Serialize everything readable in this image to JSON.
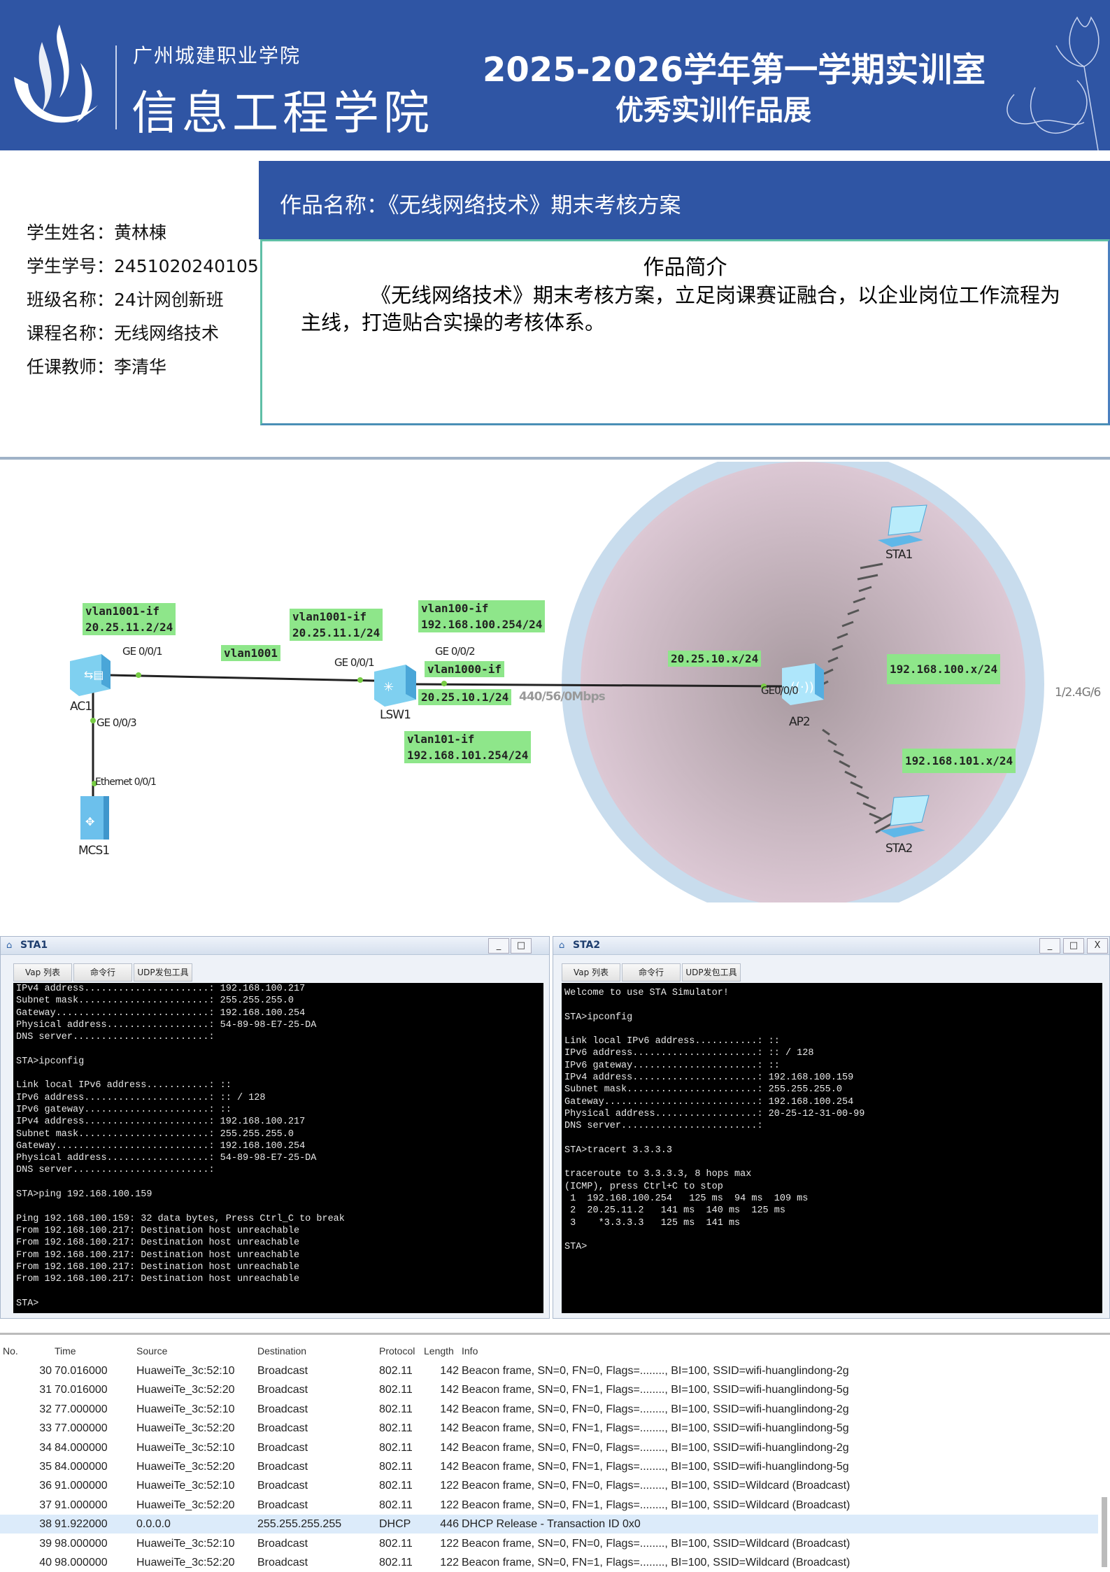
{
  "header": {
    "school": "广州城建职业学院",
    "college": "信息工程学院",
    "title_line1": "2025-2026学年第一学期实训室",
    "title_line2": "优秀实训作品展",
    "brand_color": "#2f55a4"
  },
  "student": {
    "name": "学生姓名：黄林棟",
    "id": "学生学号：2451020240105",
    "class": "班级名称：24计网创新班",
    "course": "课程名称：无线网络技术",
    "teacher": "任课教师：李清华"
  },
  "work": {
    "title": "作品名称：《无线网络技术》期末考核方案",
    "intro_heading": "作品简介",
    "intro_text": "《无线网络技术》期末考核方案，立足岗课赛证融合，以企业岗位工作流程为主线，打造贴合实操的考核体系。"
  },
  "topology": {
    "devices": {
      "ac": "AC1",
      "switch": "LSW1",
      "ap": "AP2",
      "server": "MCS1",
      "sta1": "STA1",
      "sta2": "STA2"
    },
    "ports": {
      "ac_ge01": "GE 0/0/1",
      "ac_ge03": "GE 0/0/3",
      "mcs_eth": "Ethernet 0/0/1",
      "lsw_ge01": "GE 0/0/1",
      "lsw_ge02": "GE 0/0/2",
      "ap_ge00": "GE0/0/0"
    },
    "labels": {
      "ac_vlanif_name": "vlan1001-if",
      "ac_vlanif_ip": "20.25.11.2/24",
      "link_vlan": "vlan1001",
      "lsw_vlan1001_name": "vlan1001-if",
      "lsw_vlan1001_ip": "20.25.11.1/24",
      "lsw_vlan100_name": "vlan100-if",
      "lsw_vlan100_ip": "192.168.100.254/24",
      "lsw_vlan1000_name": "vlan1000-if",
      "lsw_vlan1000_ip": "20.25.10.1/24",
      "lsw_vlan101_name": "vlan101-if",
      "lsw_vlan101_ip": "192.168.101.254/24",
      "ap_net": "20.25.10.x/24",
      "sta1_net": "192.168.100.x/24",
      "sta2_net": "192.168.101.x/24",
      "link_speed": "440/56/0Mbps",
      "radio": "1/2.4G/6"
    }
  },
  "sta1": {
    "title": "STA1",
    "tabs": [
      "Vap 列表",
      "命令行",
      "UDP发包工具"
    ],
    "lines": [
      "IPv4 address......................: 192.168.100.217",
      "Subnet mask.......................: 255.255.255.0",
      "Gateway...........................: 192.168.100.254",
      "Physical address..................: 54-89-98-E7-25-DA",
      "DNS server........................:",
      "",
      "STA>ipconfig",
      "",
      "Link local IPv6 address...........: ::",
      "IPv6 address......................: :: / 128",
      "IPv6 gateway......................: ::",
      "IPv4 address......................: 192.168.100.217",
      "Subnet mask.......................: 255.255.255.0",
      "Gateway...........................: 192.168.100.254",
      "Physical address..................: 54-89-98-E7-25-DA",
      "DNS server........................:",
      "",
      "STA>ping 192.168.100.159",
      "",
      "Ping 192.168.100.159: 32 data bytes, Press Ctrl_C to break",
      "From 192.168.100.217: Destination host unreachable",
      "From 192.168.100.217: Destination host unreachable",
      "From 192.168.100.217: Destination host unreachable",
      "From 192.168.100.217: Destination host unreachable",
      "From 192.168.100.217: Destination host unreachable",
      "",
      "STA>"
    ]
  },
  "sta2": {
    "title": "STA2",
    "tabs": [
      "Vap 列表",
      "命令行",
      "UDP发包工具"
    ],
    "lines": [
      "Welcome to use STA Simulator!",
      "",
      "STA>ipconfig",
      "",
      "Link local IPv6 address...........: ::",
      "IPv6 address......................: :: / 128",
      "IPv6 gateway......................: ::",
      "IPv4 address......................: 192.168.100.159",
      "Subnet mask.......................: 255.255.255.0",
      "Gateway...........................: 192.168.100.254",
      "Physical address..................: 20-25-12-31-00-99",
      "DNS server........................:",
      "",
      "STA>tracert 3.3.3.3",
      "",
      "traceroute to 3.3.3.3, 8 hops max",
      "(ICMP), press Ctrl+C to stop",
      " 1  192.168.100.254   125 ms  94 ms  109 ms",
      " 2  20.25.11.2   141 ms  140 ms  125 ms",
      " 3    *3.3.3.3   125 ms  141 ms",
      "",
      "STA>"
    ]
  },
  "capture": {
    "columns": [
      "No.",
      "Time",
      "Source",
      "Destination",
      "Protocol",
      "Length",
      "Info"
    ],
    "selected_no": "38",
    "rows": [
      [
        "30",
        "70.016000",
        "HuaweiTe_3c:52:10",
        "Broadcast",
        "802.11",
        "142",
        "Beacon frame, SN=0, FN=0, Flags=........, BI=100, SSID=wifi-huanglindong-2g"
      ],
      [
        "31",
        "70.016000",
        "HuaweiTe_3c:52:20",
        "Broadcast",
        "802.11",
        "142",
        "Beacon frame, SN=0, FN=1, Flags=........, BI=100, SSID=wifi-huanglindong-5g"
      ],
      [
        "32",
        "77.000000",
        "HuaweiTe_3c:52:10",
        "Broadcast",
        "802.11",
        "142",
        "Beacon frame, SN=0, FN=0, Flags=........, BI=100, SSID=wifi-huanglindong-2g"
      ],
      [
        "33",
        "77.000000",
        "HuaweiTe_3c:52:20",
        "Broadcast",
        "802.11",
        "142",
        "Beacon frame, SN=0, FN=1, Flags=........, BI=100, SSID=wifi-huanglindong-5g"
      ],
      [
        "34",
        "84.000000",
        "HuaweiTe_3c:52:10",
        "Broadcast",
        "802.11",
        "142",
        "Beacon frame, SN=0, FN=0, Flags=........, BI=100, SSID=wifi-huanglindong-2g"
      ],
      [
        "35",
        "84.000000",
        "HuaweiTe_3c:52:20",
        "Broadcast",
        "802.11",
        "142",
        "Beacon frame, SN=0, FN=1, Flags=........, BI=100, SSID=wifi-huanglindong-5g"
      ],
      [
        "36",
        "91.000000",
        "HuaweiTe_3c:52:10",
        "Broadcast",
        "802.11",
        "122",
        "Beacon frame, SN=0, FN=0, Flags=........, BI=100, SSID=Wildcard (Broadcast)"
      ],
      [
        "37",
        "91.000000",
        "HuaweiTe_3c:52:20",
        "Broadcast",
        "802.11",
        "122",
        "Beacon frame, SN=0, FN=1, Flags=........, BI=100, SSID=Wildcard (Broadcast)"
      ],
      [
        "38",
        "91.922000",
        "0.0.0.0",
        "255.255.255.255",
        "DHCP",
        "446",
        "DHCP Release  - Transaction ID 0x0"
      ],
      [
        "39",
        "98.000000",
        "HuaweiTe_3c:52:10",
        "Broadcast",
        "802.11",
        "122",
        "Beacon frame, SN=0, FN=0, Flags=........, BI=100, SSID=Wildcard (Broadcast)"
      ],
      [
        "40",
        "98.000000",
        "HuaweiTe_3c:52:20",
        "Broadcast",
        "802.11",
        "122",
        "Beacon frame, SN=0, FN=1, Flags=........, BI=100, SSID=Wildcard (Broadcast)"
      ]
    ]
  }
}
